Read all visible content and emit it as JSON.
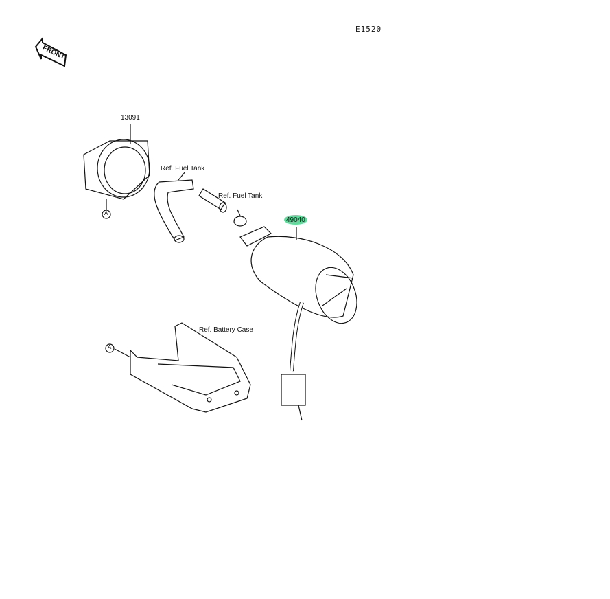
{
  "diagram_code": "E1520",
  "front_indicator": "FRONT",
  "parts": [
    {
      "number": "13091"
    },
    {
      "number": "49040",
      "highlighted": true,
      "highlight_color": "#5fdc9c"
    }
  ],
  "references": {
    "fuel_tank_1": "Ref. Fuel Tank",
    "fuel_tank_2": "Ref. Fuel Tank",
    "battery_case": "Ref. Battery Case"
  },
  "callouts": {
    "a1": "A",
    "a2": "A"
  }
}
